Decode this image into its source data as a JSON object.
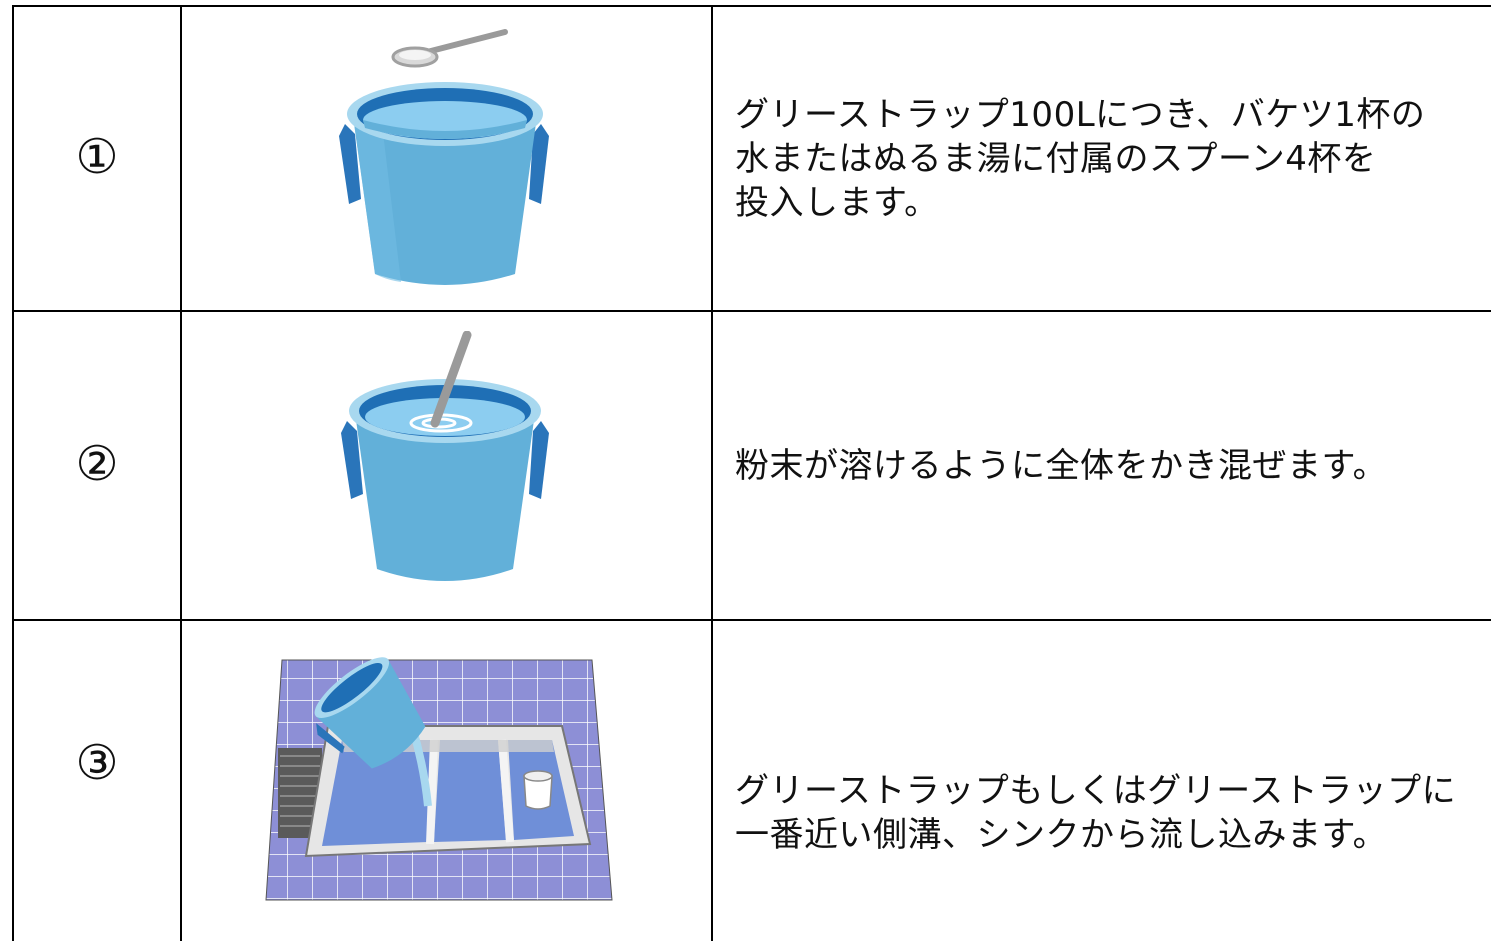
{
  "steps": [
    {
      "number": "①",
      "illustration": "bucket-with-spoon",
      "text": "グリーストラップ100Lにつき、バケツ1杯の\n水またはぬるま湯に付属のスプーン4杯を\n投入します。"
    },
    {
      "number": "②",
      "illustration": "bucket-stirring",
      "text": "粉末が溶けるように全体をかき混ぜます。"
    },
    {
      "number": "③",
      "illustration": "pouring-into-grease-trap",
      "text": "グリーストラップもしくはグリーストラップに\n一番近い側溝、シンクから流し込みます。"
    }
  ],
  "colors": {
    "bucket_body": "#62b0d9",
    "bucket_rim": "#a8d8ef",
    "bucket_dark": "#1f6fb5",
    "water": "#8ccdf0",
    "handle": "#2a75ba",
    "tile": "#8d8fd6",
    "tile_line": "#ffffff",
    "trap_water": "#6f8fd8",
    "utensil": "#a0a0a0"
  }
}
